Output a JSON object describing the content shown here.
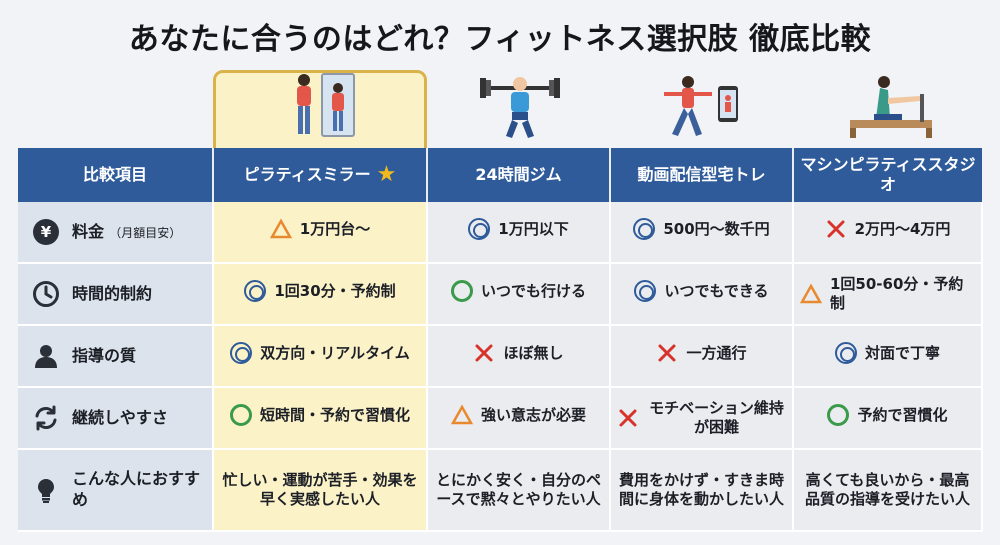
{
  "title": "あなたに合うのはどれ？フィットネス選択肢 徹底比較",
  "headers": {
    "item": "比較項目",
    "pilates_mirror": "ピラティスミラー",
    "gym": "24時間ジム",
    "video": "動画配信型宅トレ",
    "studio": "マシンピラティススタジオ"
  },
  "rows": [
    {
      "label": "料金",
      "sublabel": "（月額目安）",
      "icon": "yen-icon",
      "values": [
        {
          "mark": "triangle",
          "text": "1万円台〜"
        },
        {
          "mark": "double-circle",
          "text": "1万円以下"
        },
        {
          "mark": "double-circle",
          "text": "500円〜数千円"
        },
        {
          "mark": "cross",
          "text": "2万円〜4万円"
        }
      ]
    },
    {
      "label": "時間的制約",
      "sublabel": "",
      "icon": "clock-icon",
      "values": [
        {
          "mark": "double-circle",
          "text": "1回30分・予約制"
        },
        {
          "mark": "circle",
          "text": "いつでも行ける"
        },
        {
          "mark": "double-circle",
          "text": "いつでもできる"
        },
        {
          "mark": "triangle",
          "text": "1回50-60分・予約制"
        }
      ]
    },
    {
      "label": "指導の質",
      "sublabel": "",
      "icon": "person-icon",
      "values": [
        {
          "mark": "double-circle",
          "text": "双方向・リアルタイム"
        },
        {
          "mark": "cross",
          "text": "ほぼ無し"
        },
        {
          "mark": "cross",
          "text": "一方通行"
        },
        {
          "mark": "double-circle",
          "text": "対面で丁寧"
        }
      ]
    },
    {
      "label": "継続しやすさ",
      "sublabel": "",
      "icon": "refresh-icon",
      "values": [
        {
          "mark": "circle",
          "text": "短時間・予約で習慣化"
        },
        {
          "mark": "triangle",
          "text": "強い意志が必要"
        },
        {
          "mark": "cross",
          "text": "モチベーション維持が困難"
        },
        {
          "mark": "circle",
          "text": "予約で習慣化"
        }
      ]
    },
    {
      "label": "こんな人におすすめ",
      "sublabel": "",
      "icon": "lightbulb-icon",
      "values": [
        {
          "mark": "",
          "text": "忙しい・運動が苦手・効果を早く実感したい人"
        },
        {
          "mark": "",
          "text": "とにかく安く・自分のペースで黙々とやりたい人"
        },
        {
          "mark": "",
          "text": "費用をかけず・すきま時間に身体を動かしたい人"
        },
        {
          "mark": "",
          "text": "高くても良いから・最高品質の指導を受けたい人"
        }
      ]
    }
  ],
  "colors": {
    "header_bg": "#2f5b9a",
    "highlight": "#fbf2c8",
    "highlight_border": "#d9b24a",
    "double_circle": "#2f5b9a",
    "circle": "#3a9a4a",
    "triangle": "#e8892e",
    "cross": "#d8332b"
  }
}
